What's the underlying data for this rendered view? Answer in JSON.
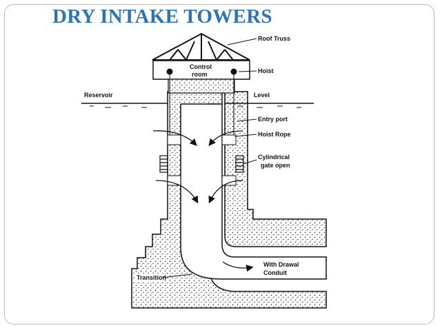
{
  "slide": {
    "title": "DRY INTAKE TOWERS",
    "title_color": "#2e74b5",
    "border_color": "#b9b9b9"
  },
  "diagram": {
    "labels": {
      "roof_truss": "Roof Truss",
      "control_room_line1": "Control",
      "control_room_line2": "room",
      "hoist": "Hoist",
      "reservoir": "Reservoir",
      "level": "Level",
      "entry_port": "Entry port",
      "hoist_rope": "Hoist Rope",
      "gate_line1": "Cylindrical",
      "gate_line2": "gate open",
      "conduit_line1": "With Drawal",
      "conduit_line2": "Conduit",
      "transition": "Transition"
    }
  }
}
